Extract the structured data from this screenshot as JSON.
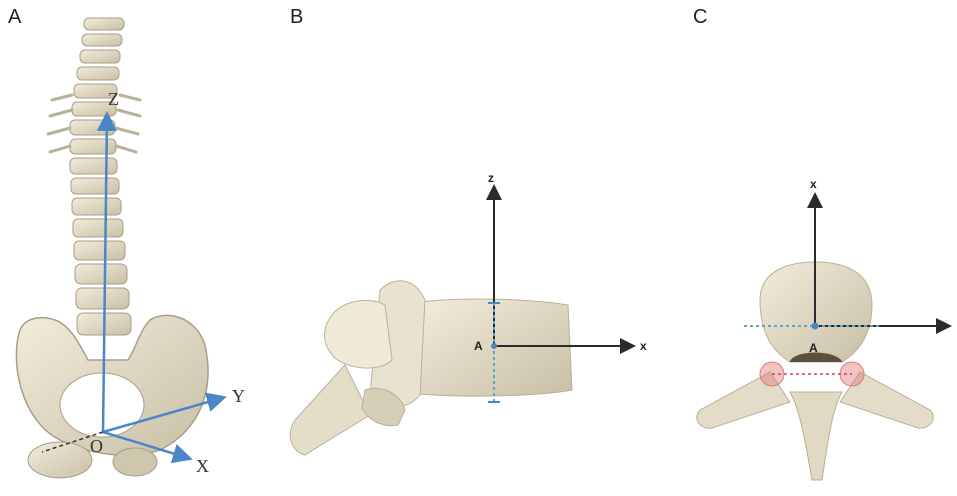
{
  "panels": {
    "a": {
      "letter": "A",
      "axes": {
        "z": "Z",
        "y": "Y",
        "x": "X",
        "origin": "O"
      }
    },
    "b": {
      "letter": "B",
      "axes": {
        "z": "z",
        "x": "x"
      },
      "point": "A"
    },
    "c": {
      "letter": "C",
      "axes": {
        "x": "x"
      },
      "point": "A"
    }
  },
  "colors": {
    "axis_blue": "#4a86c8",
    "axis_dark": "#2b2b2b",
    "bone": "#e2dcc8",
    "bone_shadow": "#b9b09a",
    "marker_red": "#e07a7a",
    "dotted_teal": "#5aa6c4"
  }
}
